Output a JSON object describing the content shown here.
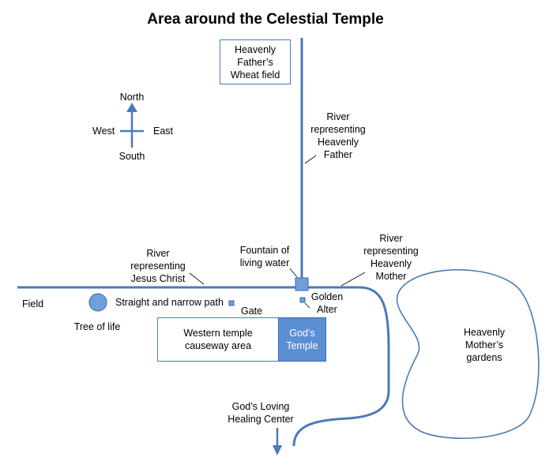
{
  "title": "Area around the Celestial Temple",
  "compass": {
    "north": "North",
    "south": "South",
    "west": "West",
    "east": "East"
  },
  "boxes": {
    "wheat_field": "Heavenly\nFather’s\nWheat field",
    "causeway": "Western temple\ncauseway  area",
    "temple": "God’s\nTemple"
  },
  "labels": {
    "river_father": "River\nrepresenting\nHeavenly\nFather",
    "river_jesus": "River\nrepresenting\nJesus Christ",
    "fountain": "Fountain of\nliving water",
    "river_mother": "River\nrepresenting\nHeavenly\nMother",
    "field": "Field",
    "path": "Straight and narrow path",
    "gate": "Gate",
    "golden_alter": "Golden\nAlter",
    "tree_of_life": "Tree of life",
    "mothers_gardens": "Heavenly\nMother’s\ngardens",
    "healing_center": "God’s Loving\nHealing Center"
  },
  "colors": {
    "line": "#4a7bb7",
    "fill": "#6fa0dc",
    "temple_fill": "#5b8fd3",
    "outline": "#3a6aa8"
  }
}
